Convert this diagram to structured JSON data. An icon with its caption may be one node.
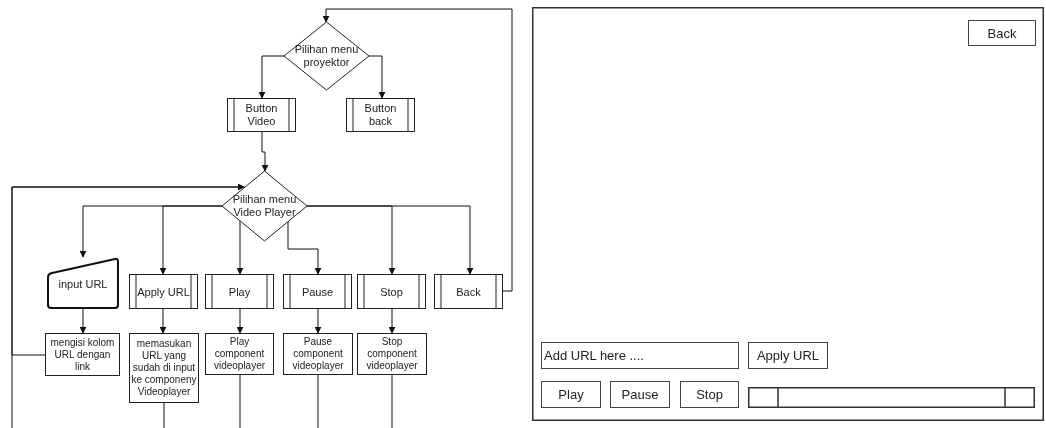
{
  "diagram": {
    "nodes": [
      {
        "text": [
          "Pilihan menu proyektor"
        ]
      },
      {
        "text": [
          "Button Video"
        ]
      },
      {
        "text": [
          "Button back"
        ]
      },
      {
        "text": [
          "Pilihan menu Video Player"
        ]
      },
      {
        "text": [
          "input URL"
        ]
      },
      {
        "text": [
          "Apply URL"
        ]
      },
      {
        "text": [
          "Play"
        ]
      },
      {
        "text": [
          "Pause"
        ]
      },
      {
        "text": [
          "Stop"
        ]
      },
      {
        "text": [
          "Back"
        ]
      },
      {
        "text": [
          "mengisi kolom URL dengan link"
        ]
      },
      {
        "text": [
          "memasukan URL yang sudah di input ke componeny Videoplayer"
        ]
      },
      {
        "text": [
          "Play component videoplayer"
        ]
      },
      {
        "text": [
          "Pause component videoplayer"
        ]
      },
      {
        "text": [
          "Stop component videoplayer"
        ]
      },
      {
        "text": [],
        "shape": "box"
      },
      {
        "text": [
          "Back"
        ],
        "in": 15
      },
      {
        "text": [
          "Add URL here ...."
        ],
        "in": 15
      },
      {
        "text": [
          "Apply URL"
        ],
        "in": 15
      },
      {
        "text": [
          "Play"
        ],
        "in": 15
      },
      {
        "text": [
          "Pause"
        ],
        "in": 15
      },
      {
        "text": [
          "Stop"
        ],
        "in": 15
      },
      {
        "text": [],
        "shape": "bar",
        "in": 15
      }
    ],
    "edges": [
      {
        "from": 0,
        "to": 1,
        "arrow": "to"
      },
      {
        "from": 0,
        "to": 2,
        "arrow": "to"
      },
      {
        "from": 1,
        "to": 3,
        "arrow": "to"
      },
      {
        "from": 3,
        "to": 4,
        "arrow": "to"
      },
      {
        "from": 3,
        "to": 5,
        "arrow": "to"
      },
      {
        "from": 3,
        "to": 6,
        "arrow": "to"
      },
      {
        "from": 3,
        "to": 7,
        "arrow": "to"
      },
      {
        "from": 3,
        "to": 8,
        "arrow": "to"
      },
      {
        "from": 3,
        "to": 9,
        "arrow": "to"
      },
      {
        "from": 9,
        "to": 0,
        "arrow": "to"
      },
      {
        "from": 4,
        "to": 10,
        "arrow": "to"
      },
      {
        "from": 5,
        "to": 11,
        "arrow": "to"
      },
      {
        "from": 6,
        "to": 12,
        "arrow": "to"
      },
      {
        "from": 7,
        "to": 13,
        "arrow": "to"
      },
      {
        "from": 8,
        "to": 14,
        "arrow": "to"
      },
      {
        "from": 10,
        "to": 3,
        "arrow": "to"
      },
      {
        "from": null,
        "to": 3,
        "arrow": "to"
      },
      {
        "from": 11,
        "to": null,
        "arrow": "none"
      },
      {
        "from": 12,
        "to": null,
        "arrow": "none"
      },
      {
        "from": 13,
        "to": null,
        "arrow": "none"
      },
      {
        "from": 14,
        "to": null,
        "arrow": "none"
      }
    ]
  }
}
